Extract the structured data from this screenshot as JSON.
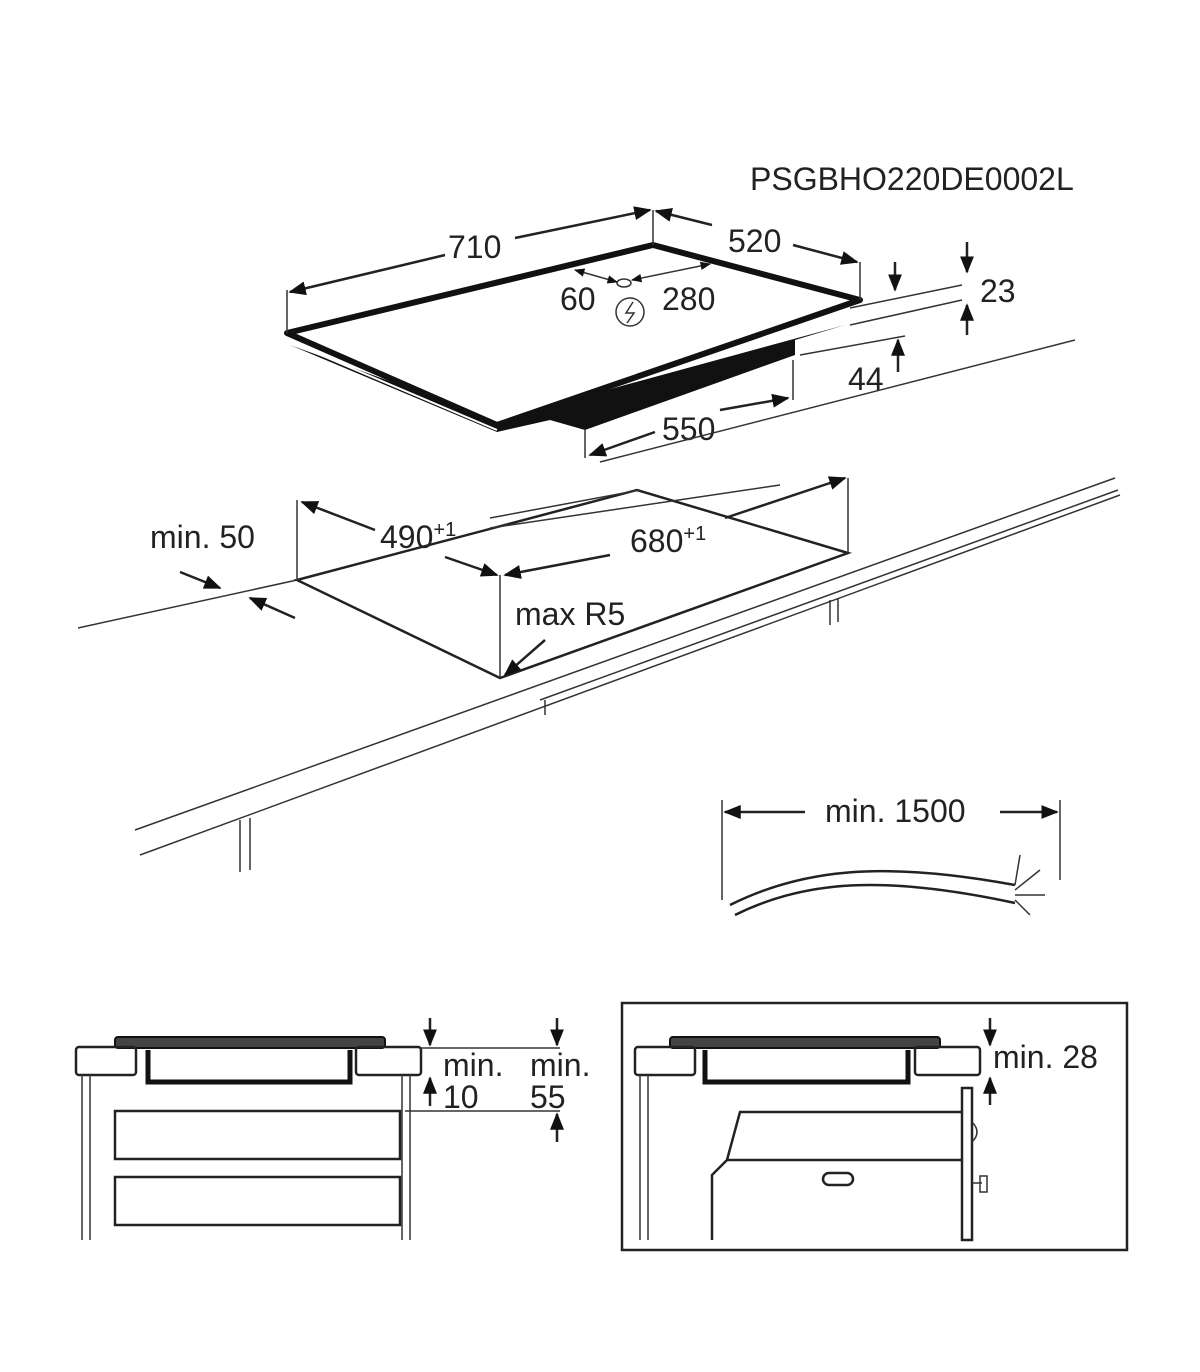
{
  "diagram_code": "PSGBHO220DE0002L",
  "hob": {
    "width": "710",
    "depth": "520",
    "connection_offset_left": "60",
    "connection_offset_right": "280",
    "top_height": "23",
    "total_height": "44",
    "bottom_width": "550"
  },
  "cutout": {
    "depth": "490",
    "depth_tolerance": "+1",
    "width": "680",
    "width_tolerance": "+1",
    "edge_distance": "min. 50",
    "corner_radius": "max R5"
  },
  "cable": {
    "length": "min. 1500"
  },
  "install_drawer": {
    "label_a": "min.",
    "value_a": "10",
    "label_b": "min.",
    "value_b": "55"
  },
  "install_oven": {
    "clearance": "min. 28"
  }
}
